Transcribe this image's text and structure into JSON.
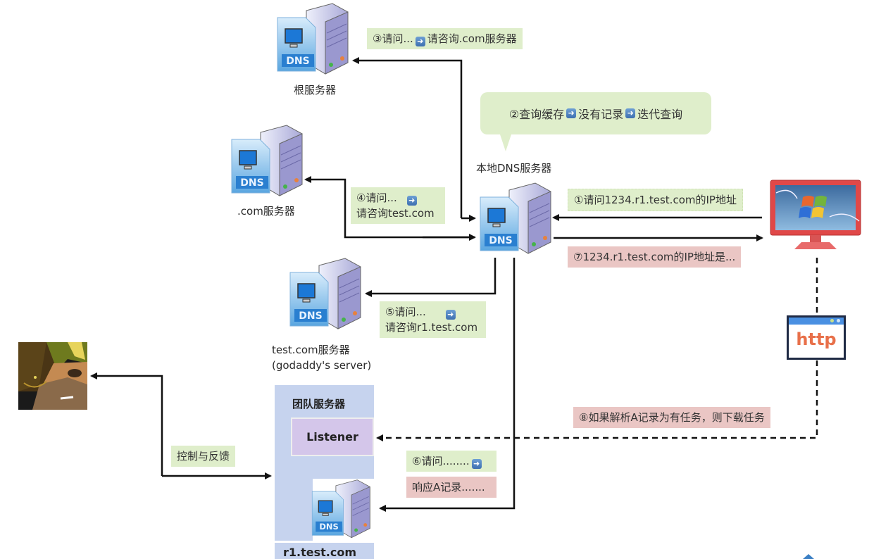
{
  "nodes": {
    "root_server": {
      "label": "根服务器",
      "icon": "dns-server-icon"
    },
    "com_server": {
      "label": ".com服务器",
      "icon": "dns-server-icon"
    },
    "local_dns": {
      "label": "本地DNS服务器",
      "icon": "dns-server-icon"
    },
    "testcom_server": {
      "label_line1": "test.com服务器",
      "label_line2": "(godaddy's server)",
      "icon": "dns-server-icon"
    },
    "team_server": {
      "title": "团队服务器",
      "listener": "Listener",
      "domain": "r1.test.com",
      "icon": "dns-server-icon"
    },
    "client": {
      "icon": "windows-monitor-icon"
    },
    "http": {
      "label": "http",
      "icon": "browser-window-icon"
    },
    "attacker": {
      "icon": "anime-avatar-icon"
    }
  },
  "dns_icon_text": "DNS",
  "steps": {
    "s1": "①请问1234.r1.test.com的IP地址",
    "s2": {
      "a": "②查询缓存",
      "b": "没有记录",
      "c": "迭代查询"
    },
    "s3": {
      "a": "③请问...",
      "b": "请咨询.com服务器"
    },
    "s4": {
      "a": "④请问...",
      "b": "请咨询test.com"
    },
    "s5": {
      "a": "⑤请问...",
      "b": "请咨询r1.test.com"
    },
    "s6": {
      "a": "⑥请问........",
      "b": "响应A记录......."
    },
    "s7": "⑦1234.r1.test.com的IP地址是...",
    "s8": "⑧如果解析A记录为有任务，则下载任务",
    "control": "控制与反馈"
  },
  "arrow_glyph": "➜",
  "colors": {
    "request_note": "#dfeecb",
    "response_note": "#eac6c4",
    "team_box": "#c6d3ee",
    "listener": "#d4c6ea",
    "http_text": "#e8704a",
    "monitor_frame": "#e04848"
  }
}
